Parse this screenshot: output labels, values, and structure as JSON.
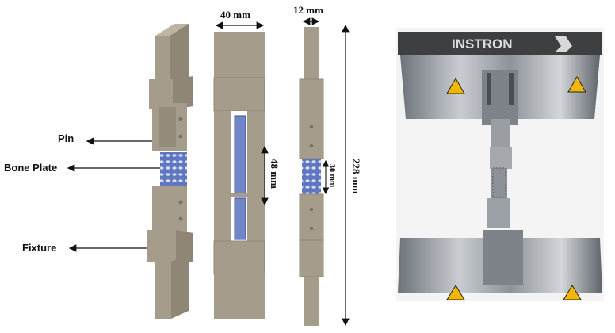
{
  "labels": {
    "pin": "Pin",
    "bone_plate": "Bone Plate",
    "fixture": "Fixture"
  },
  "dimensions": {
    "width": "40 mm",
    "thickness": "12 mm",
    "plate_length": "48 mm",
    "gauge_length": "30 mm",
    "total_length": "228 mm"
  },
  "machine_brand": "INSTRON",
  "colors": {
    "fixture": "#a59c8b",
    "fixture_dark": "#8f8676",
    "plate": "#6f86c8",
    "metal": "#9aa0a6",
    "warning": "#f2b705"
  }
}
